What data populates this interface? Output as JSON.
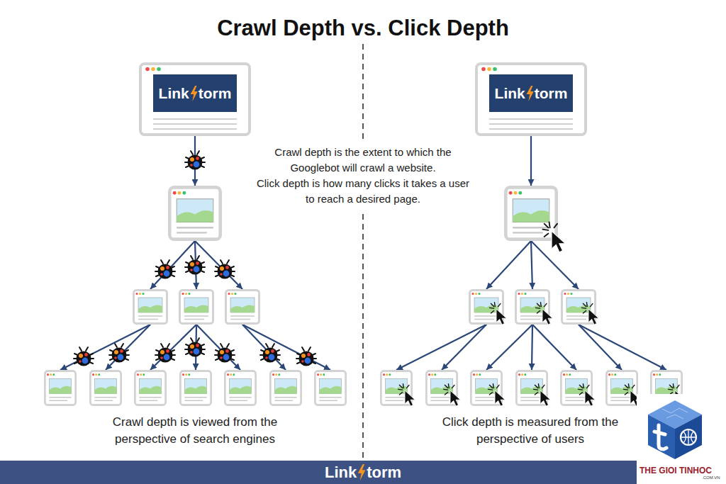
{
  "diagram": {
    "title": "Crawl Depth vs. Click Depth",
    "nodes": [
      {
        "text": [
          "Link",
          "torm"
        ]
      },
      {
        "text": []
      },
      {
        "text": []
      },
      {
        "text": []
      },
      {
        "text": []
      },
      {
        "text": []
      },
      {
        "text": []
      },
      {
        "text": []
      },
      {
        "text": []
      },
      {
        "text": []
      },
      {
        "text": []
      },
      {
        "text": []
      },
      {
        "text": [
          "Link",
          "torm"
        ]
      },
      {
        "text": []
      },
      {
        "text": []
      },
      {
        "text": []
      },
      {
        "text": []
      },
      {
        "text": []
      },
      {
        "text": []
      },
      {
        "text": []
      },
      {
        "text": []
      },
      {
        "text": []
      },
      {
        "text": []
      },
      {
        "text": []
      },
      {
        "text": [
          "Link",
          "torm"
        ]
      }
    ],
    "edges": [
      {
        "from": 0,
        "to": 1,
        "arrow": "to"
      },
      {
        "from": 1,
        "to": 2,
        "arrow": "to"
      },
      {
        "from": 1,
        "to": 3,
        "arrow": "to"
      },
      {
        "from": 1,
        "to": 4,
        "arrow": "to"
      },
      {
        "from": 2,
        "to": 5,
        "arrow": "to"
      },
      {
        "from": 2,
        "to": 6,
        "arrow": "to"
      },
      {
        "from": 3,
        "to": 7,
        "arrow": "to"
      },
      {
        "from": 3,
        "to": 8,
        "arrow": "to"
      },
      {
        "from": 3,
        "to": 9,
        "arrow": "to"
      },
      {
        "from": 4,
        "to": 10,
        "arrow": "to"
      },
      {
        "from": 4,
        "to": 11,
        "arrow": "to"
      },
      {
        "from": 12,
        "to": 13,
        "arrow": "to"
      },
      {
        "from": 13,
        "to": 14,
        "arrow": "to"
      },
      {
        "from": 13,
        "to": 15,
        "arrow": "to"
      },
      {
        "from": 13,
        "to": 16,
        "arrow": "to"
      },
      {
        "from": 14,
        "to": 17,
        "arrow": "to"
      },
      {
        "from": 14,
        "to": 18,
        "arrow": "to"
      },
      {
        "from": 15,
        "to": 19,
        "arrow": "to"
      },
      {
        "from": 15,
        "to": 20,
        "arrow": "to"
      },
      {
        "from": 15,
        "to": 21,
        "arrow": "to"
      },
      {
        "from": 16,
        "to": 22,
        "arrow": "to"
      },
      {
        "from": 16,
        "to": 23,
        "arrow": "to"
      }
    ],
    "labels": [
      "Crawl depth is the extent to which the Googlebot will crawl a website.",
      "Click depth is how many clicks it takes a user to reach a desired page.",
      "Crawl depth is viewed from the perspective of search engines",
      "Click depth is measured from the perspective of users",
      "THE GIOI TINHOC",
      ".COM.VN"
    ]
  }
}
